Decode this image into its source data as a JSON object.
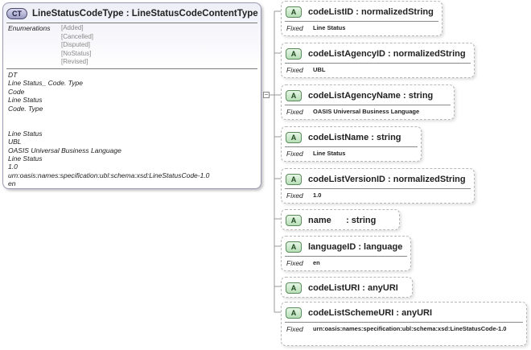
{
  "complex_type": {
    "badge": "CT",
    "title": "LineStatusCodeType : LineStatusCodeContentType",
    "enumerations_label": "Enumerations",
    "enumerations": [
      "[Added]",
      "[Cancelled]",
      "[Disputed]",
      "[NoStatus]",
      "[Revised]"
    ],
    "dt_lines": [
      "DT",
      "Line Status_ Code. Type",
      "Code",
      "Line Status",
      "Code. Type"
    ],
    "info_lines": [
      "Line Status",
      "UBL",
      "OASIS Universal Business Language",
      "Line Status",
      "1.0",
      "urn:oasis:names:specification:ubl:schema:xsd:LineStatusCode-1.0",
      "en"
    ],
    "expander": "−"
  },
  "attributes": [
    {
      "badge": "A",
      "name": "codeListID : normalizedString",
      "fixed_label": "Fixed",
      "fixed_value": "Line Status"
    },
    {
      "badge": "A",
      "name": "codeListAgencyID : normalizedString",
      "fixed_label": "Fixed",
      "fixed_value": "UBL"
    },
    {
      "badge": "A",
      "name": "codeListAgencyName : string",
      "fixed_label": "Fixed",
      "fixed_value": "OASIS Universal Business Language"
    },
    {
      "badge": "A",
      "name": "codeListName : string",
      "fixed_label": "Fixed",
      "fixed_value": "Line Status"
    },
    {
      "badge": "A",
      "name": "codeListVersionID : normalizedString",
      "fixed_label": "Fixed",
      "fixed_value": "1.0"
    },
    {
      "badge": "A",
      "name": "name      : string"
    },
    {
      "badge": "A",
      "name": "languageID : language",
      "fixed_label": "Fixed",
      "fixed_value": "en"
    },
    {
      "badge": "A",
      "name": "codeListURI : anyURI"
    },
    {
      "badge": "A",
      "name": "codeListSchemeURI : anyURI",
      "fixed_label": "Fixed",
      "fixed_value": "urn:oasis:names:specification:ubl:schema:xsd:LineStatusCode-1.0"
    }
  ]
}
